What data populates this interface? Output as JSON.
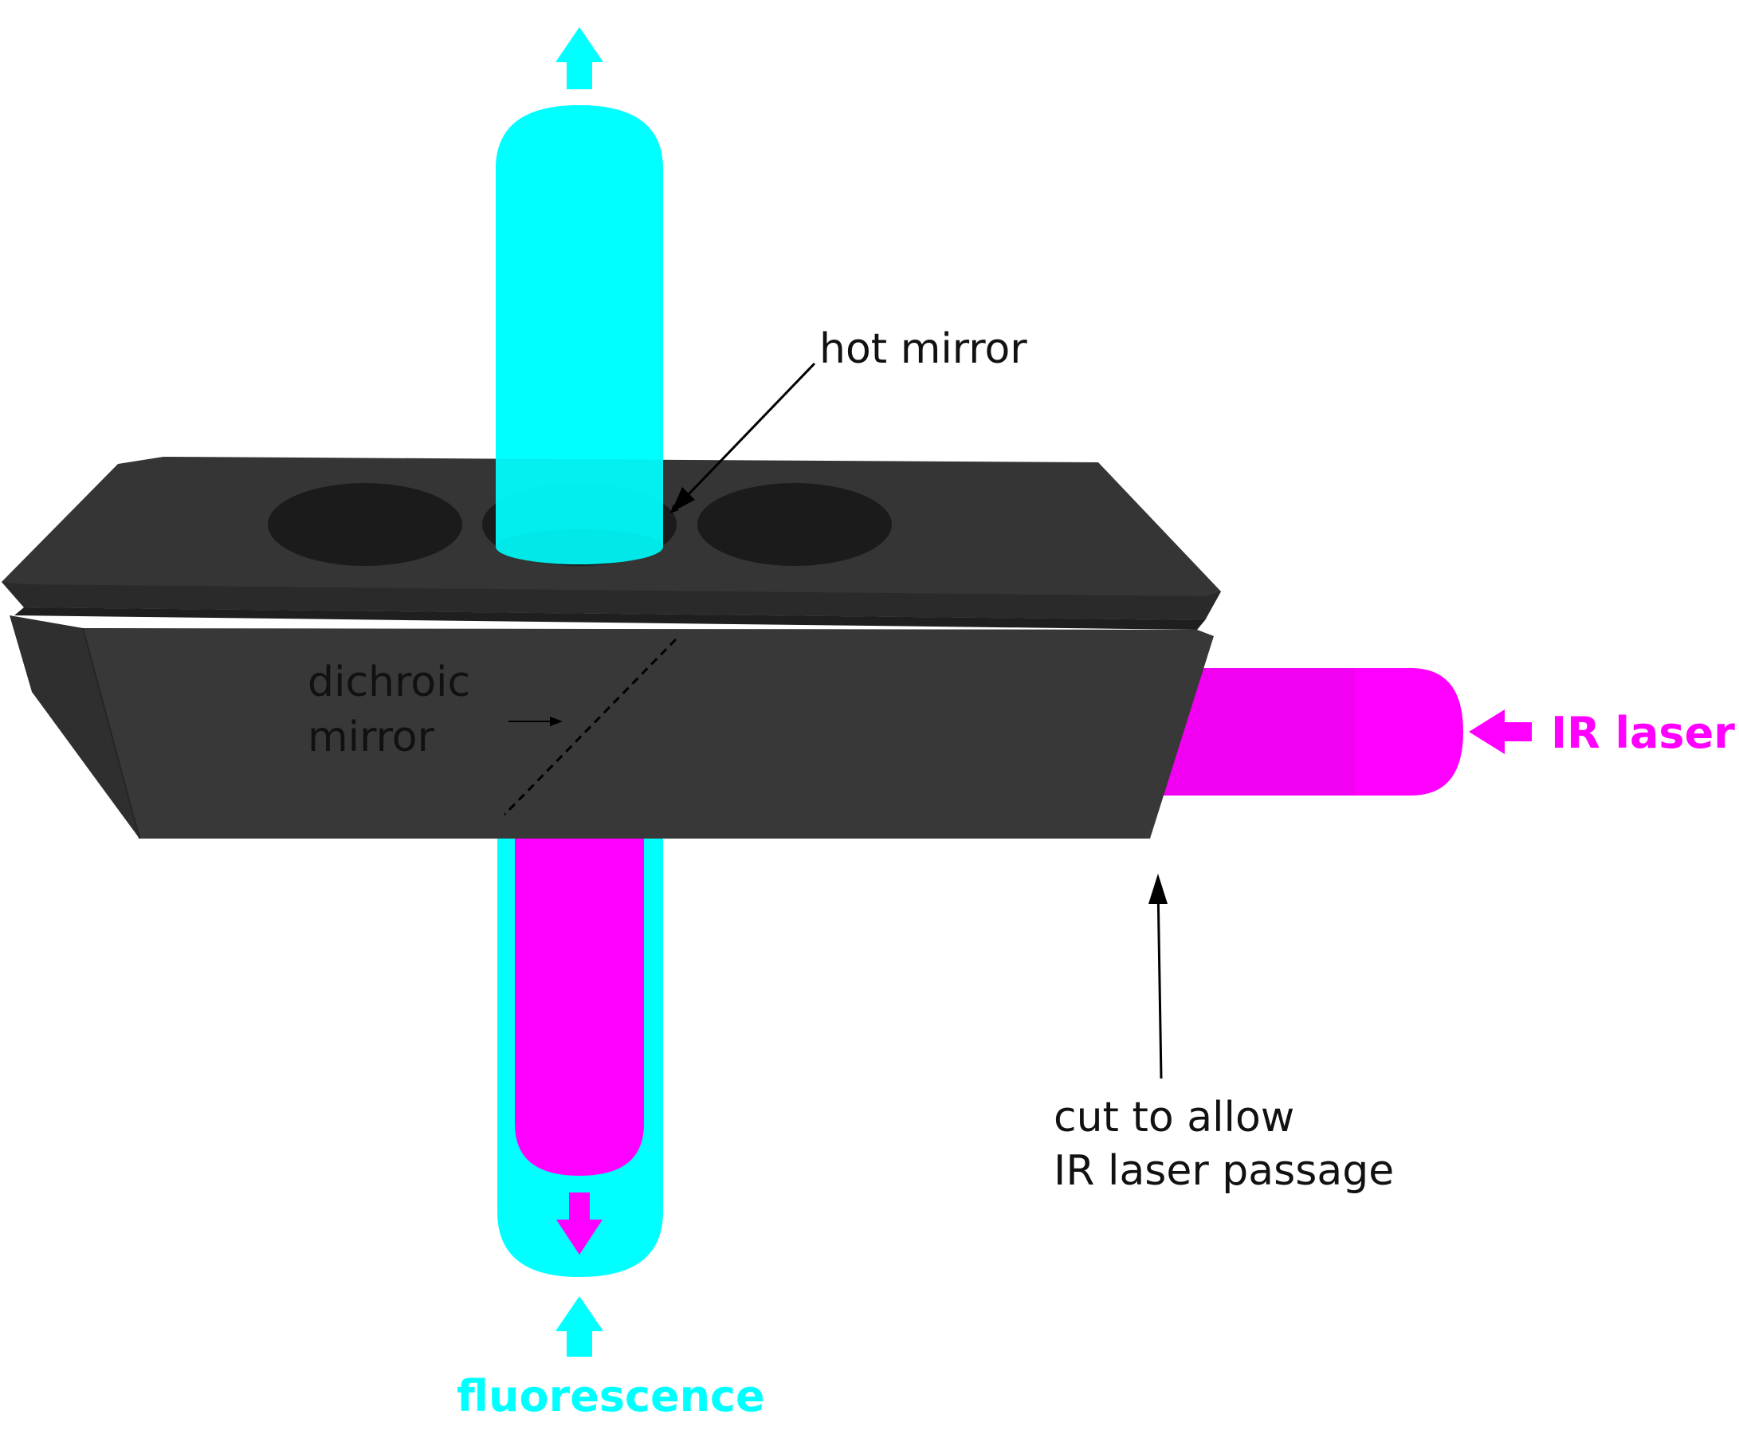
{
  "labels": {
    "hot_mirror": "hot mirror",
    "dichroic_line1": "dichroic",
    "dichroic_line2": "mirror",
    "cut_line1": "cut to allow",
    "cut_line2": "IR laser passage",
    "ir_laser": "IR laser",
    "fluorescence": "fluorescence"
  },
  "colors": {
    "fluorescence_beam": "#00FFFF",
    "ir_beam": "#FF00FF",
    "block_face": "#383838",
    "block_top": "#353535",
    "block_edge": "#1f1f1f",
    "hole": "#1b1b1b",
    "annotation": "#000000"
  }
}
